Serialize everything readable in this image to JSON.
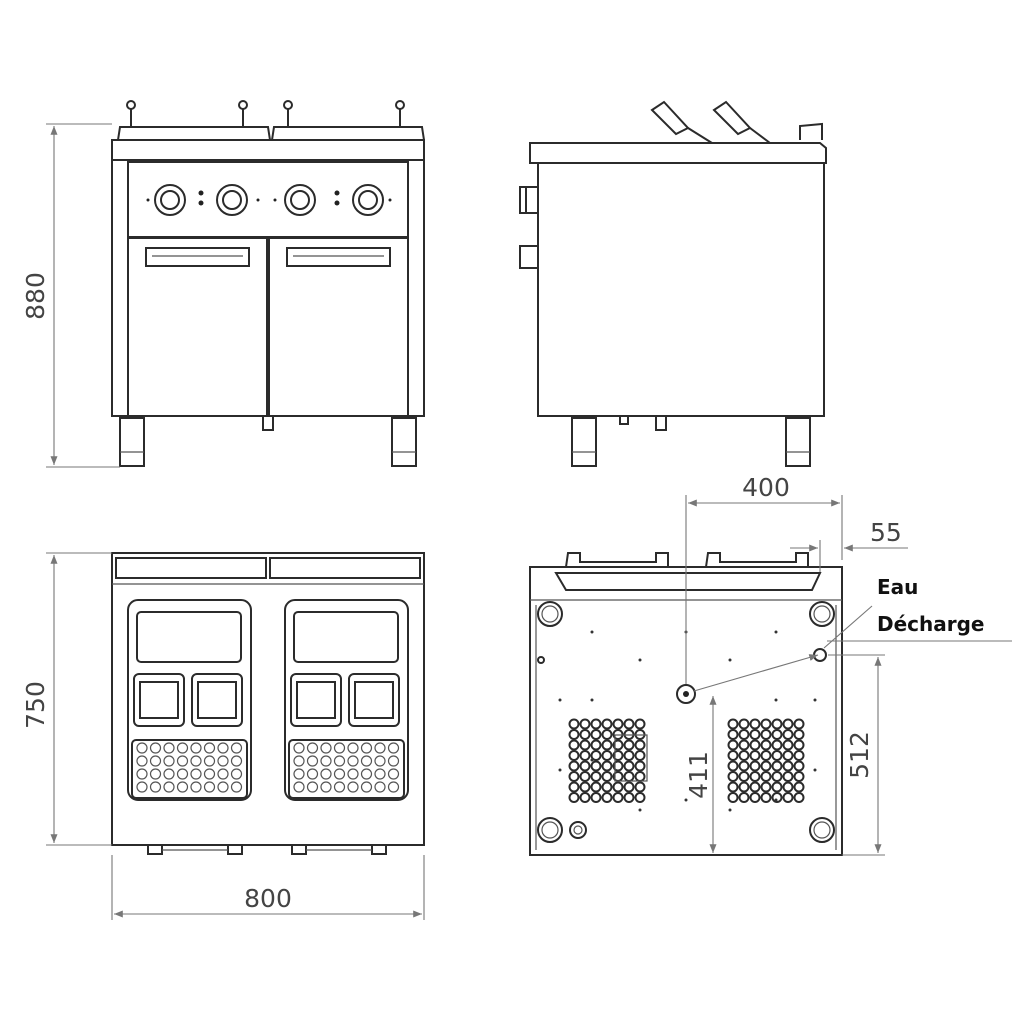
{
  "dimensions": {
    "front_height": "880",
    "top_depth": "750",
    "top_width": "800",
    "bottom_width_offset": "400",
    "bottom_small_offset": "55",
    "bottom_depth_short": "411",
    "bottom_depth_long": "512"
  },
  "labels": {
    "water": "Eau",
    "drain": "Décharge"
  }
}
